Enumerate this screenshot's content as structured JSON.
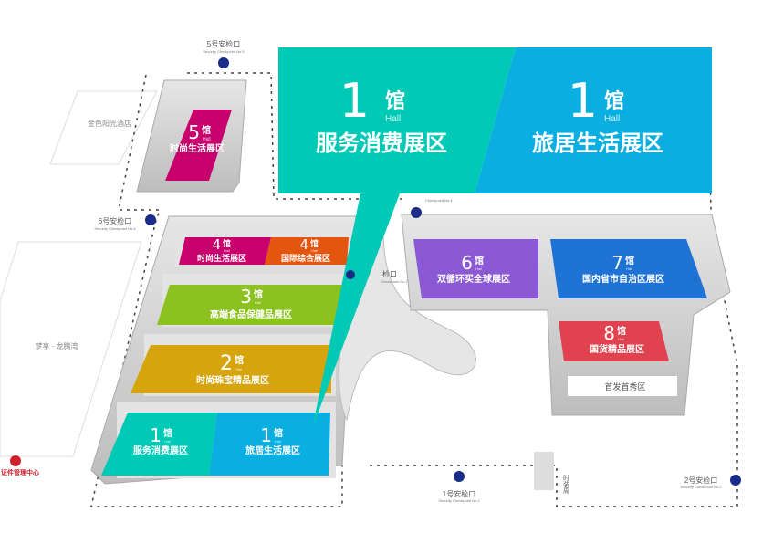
{
  "colors": {
    "teal": "#00c9b5",
    "sky": "#0aaee0",
    "magenta": "#c8006d",
    "orange": "#e4550f",
    "green": "#8cc21f",
    "yellow": "#d6a40c",
    "purple": "#8a59d3",
    "blue": "#1f73d4",
    "red": "#e0434f",
    "checkpoint": "#1a2c8a"
  },
  "callout": {
    "left": {
      "number": "1",
      "unit": "馆",
      "hall": "Hall",
      "name": "服务消费展区"
    },
    "right": {
      "number": "1",
      "unit": "馆",
      "hall": "Hall",
      "name": "旅居生活展区"
    }
  },
  "halls": [
    {
      "id": "5",
      "unit": "馆",
      "hall": "Hall",
      "name": "时尚生活展区"
    },
    {
      "id": "4",
      "unit": "馆",
      "hall": "Hall",
      "name": "时尚生活展区"
    },
    {
      "id": "4",
      "unit": "馆",
      "hall": "Hall",
      "name": "国际综合展区"
    },
    {
      "id": "3",
      "unit": "馆",
      "hall": "Hall",
      "name": "高端食品保健品展区"
    },
    {
      "id": "2",
      "unit": "馆",
      "hall": "Hall",
      "name": "时尚珠宝精品展区"
    },
    {
      "id": "1",
      "unit": "馆",
      "hall": "Hall",
      "name": "服务消费展区"
    },
    {
      "id": "1",
      "unit": "馆",
      "hall": "Hall",
      "name": "旅居生活展区"
    },
    {
      "id": "6",
      "unit": "馆",
      "hall": "Hall",
      "name": "双循环买全球展区"
    },
    {
      "id": "7",
      "unit": "馆",
      "hall": "Hall",
      "name": "国内省市自治区展区"
    },
    {
      "id": "8",
      "unit": "馆",
      "hall": "Hall",
      "name": "国货精品展区"
    }
  ],
  "checkpoints": [
    {
      "name": "5号安检口",
      "en": "Security Checkpoint No.5"
    },
    {
      "name": "6号安检口",
      "en": "Security Checkpoint No.6"
    },
    {
      "name": "1号安检口",
      "en": "Security Checkpoint No.1"
    },
    {
      "name": "2号安检口",
      "en": "Security Checkpoint No.2"
    },
    {
      "name": "检口",
      "en": "Checkpoint No.7"
    },
    {
      "name": "",
      "en": "Checkpoint No.4"
    }
  ],
  "landmarks": {
    "hotel": "金色阳光酒店",
    "residence": "梦享 · 龙腾湾",
    "id_center": "证件管理中心",
    "premiere": "首发首秀区",
    "fashion_week": "时装周"
  }
}
